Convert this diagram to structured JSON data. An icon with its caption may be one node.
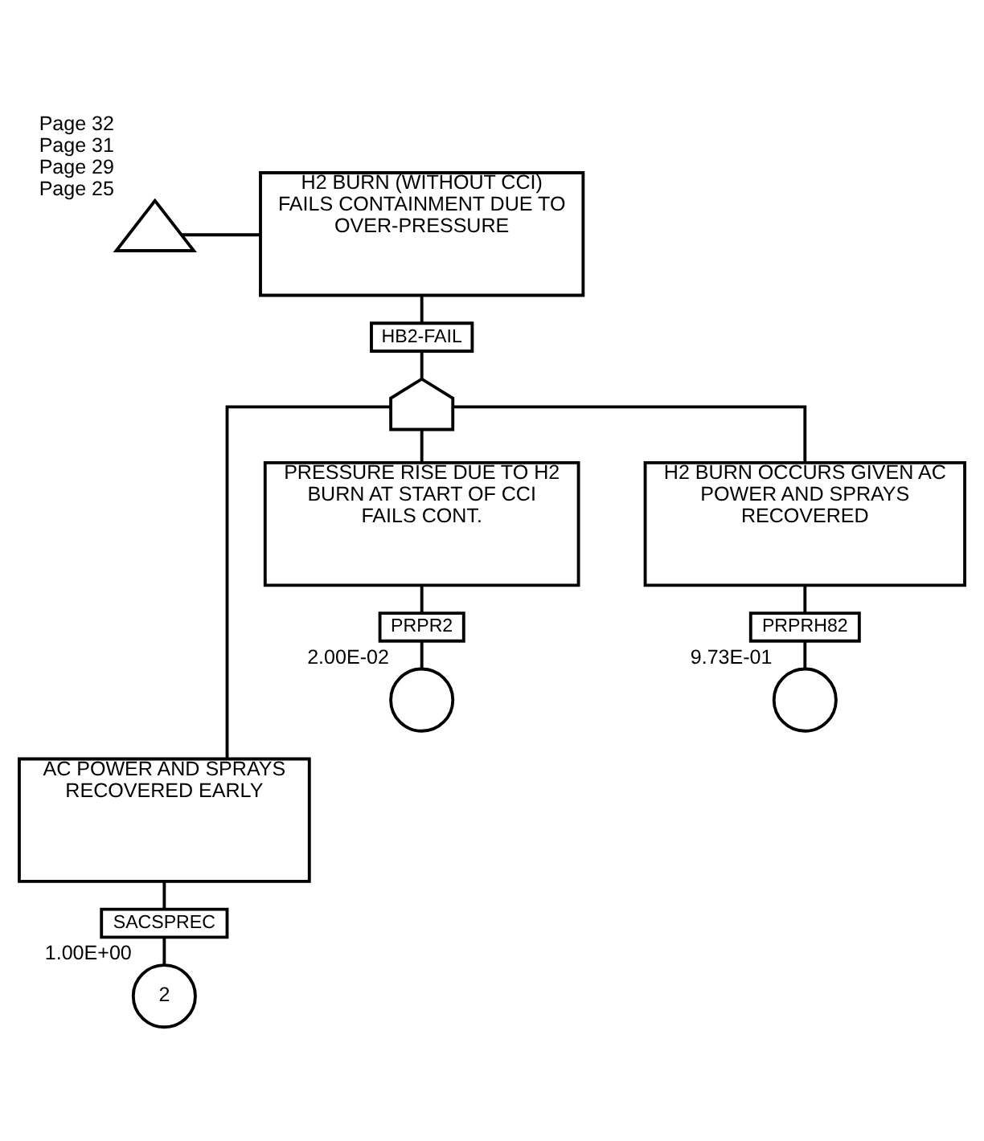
{
  "diagram": {
    "nodes": [
      {
        "text": [
          "H2 BURN (WITHOUT CCI) FAILS CONTAINMENT DUE TO OVER-PRESSURE"
        ]
      },
      {
        "text": [],
        "shape": "triangle",
        "beside": [
          "Page 32",
          "Page 31",
          "Page 29",
          "Page 25"
        ]
      },
      {
        "text": [
          "HB2-FAIL"
        ]
      },
      {
        "text": [],
        "shape": "gate"
      },
      {
        "text": [
          "AC POWER AND SPRAYS RECOVERED EARLY"
        ]
      },
      {
        "text": [
          "PRESSURE RISE DUE TO H2 BURN AT START OF CCI FAILS CONT."
        ]
      },
      {
        "text": [
          "SACSPREC"
        ]
      },
      {
        "text": [
          "PRPR2"
        ]
      },
      {
        "text": [
          "2"
        ],
        "beside": [
          "1.00E+00"
        ]
      },
      {
        "text": [],
        "shape": "circle",
        "beside": [
          "2.00E-02"
        ]
      },
      {
        "text": [
          "H2 BURN OCCURS GIVEN AC POWER AND SPRAYS RECOVERED"
        ]
      },
      {
        "text": [
          "PRPRH82"
        ]
      },
      {
        "text": [],
        "shape": "circle",
        "beside": [
          "9.73E-01"
        ]
      }
    ],
    "edges": [
      {
        "from": 1,
        "to": 0,
        "arrow": "none"
      },
      {
        "from": 0,
        "to": 2,
        "arrow": "none"
      },
      {
        "from": 2,
        "to": 3,
        "arrow": "none"
      },
      {
        "from": 3,
        "to": 4,
        "arrow": "none"
      },
      {
        "from": 3,
        "to": 10,
        "arrow": "none"
      },
      {
        "from": 3,
        "to": 5,
        "arrow": "none"
      },
      {
        "from": 4,
        "to": 6,
        "arrow": "none"
      },
      {
        "from": 6,
        "to": 8,
        "arrow": "none"
      },
      {
        "from": 5,
        "to": 7,
        "arrow": "none"
      },
      {
        "from": 7,
        "to": 9,
        "arrow": "none"
      },
      {
        "from": 10,
        "to": 11,
        "arrow": "none"
      },
      {
        "from": 11,
        "to": 12,
        "arrow": "none"
      }
    ]
  }
}
